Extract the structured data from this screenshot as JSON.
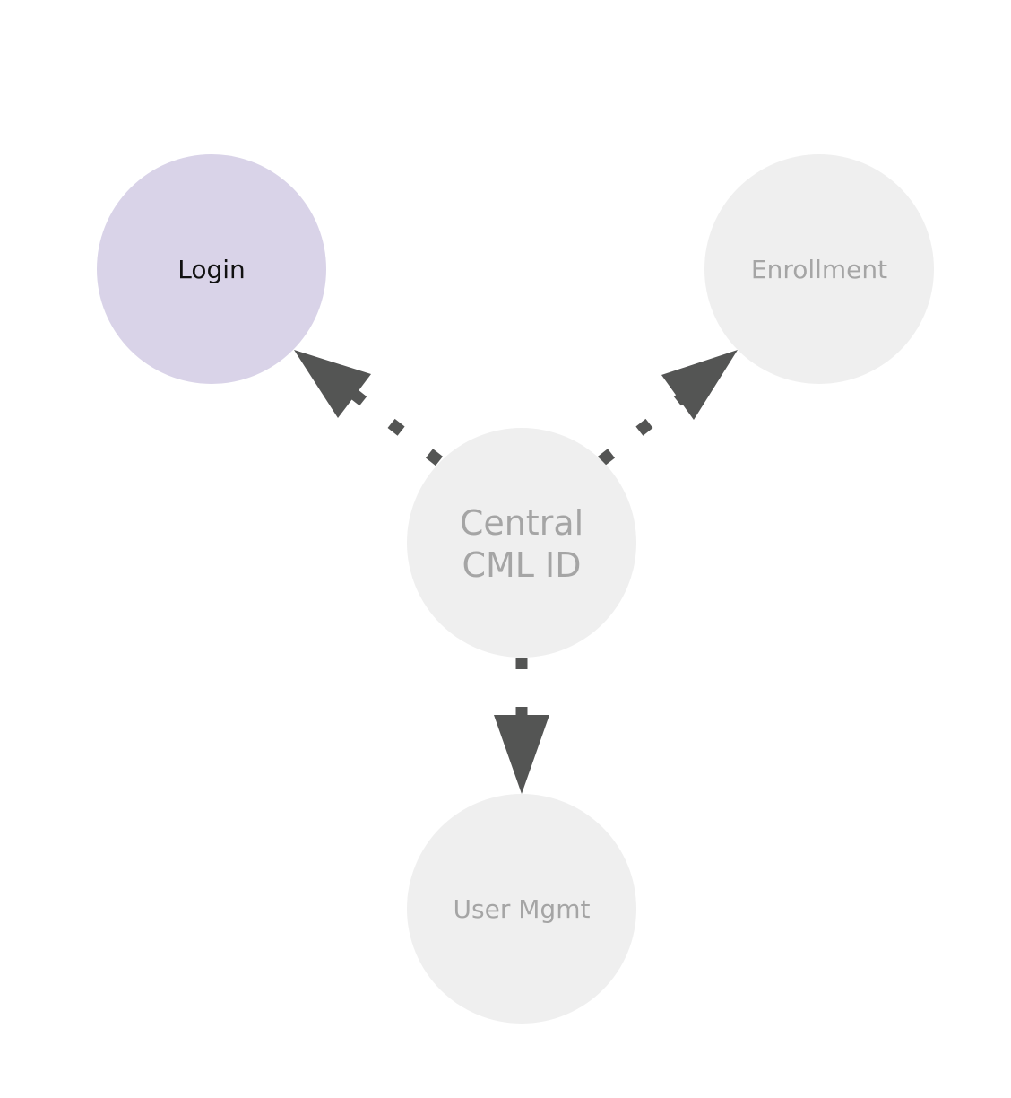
{
  "colors": {
    "highlight_fill": "#d9d3e8",
    "node_fill": "#efefef",
    "highlight_text": "#111111",
    "muted_text": "#a5a5a5",
    "arrow": "#545554"
  },
  "nodes": {
    "login": {
      "label": "Login"
    },
    "enrollment": {
      "label": "Enrollment"
    },
    "central": {
      "label_line1": "Central",
      "label_line2": "CML ID"
    },
    "user_mgmt": {
      "label": "User Mgmt"
    }
  }
}
